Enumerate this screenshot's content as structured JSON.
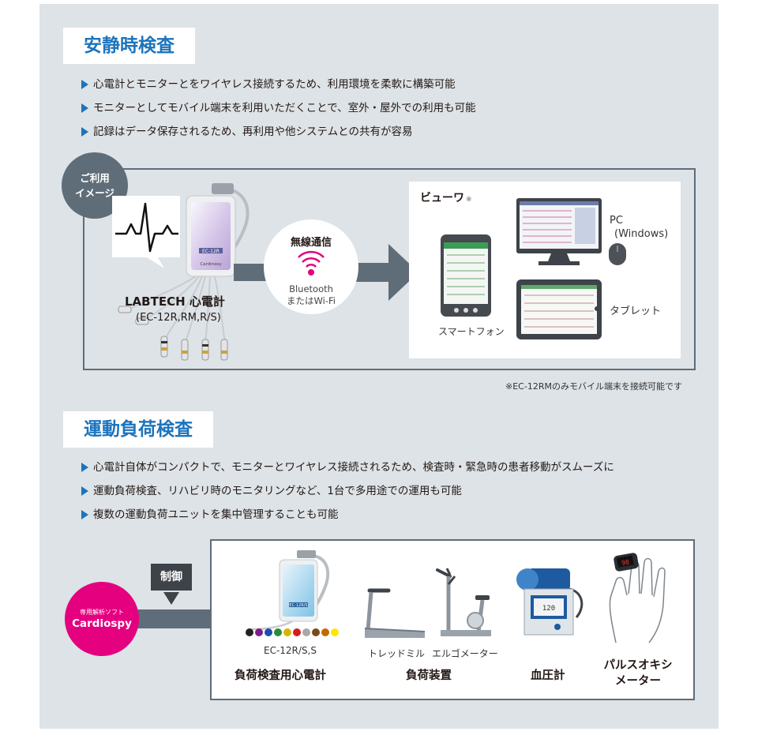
{
  "section1": {
    "title": "安静時検査",
    "bullets": [
      "心電計とモニターとをワイヤレス接続するため、利用環境を柔軟に構築可能",
      "モニターとしてモバイル端末を利用いただくことで、室外・屋外での利用も可能",
      "記録はデータ保存されるため、再利用や他システムとの共有が容易"
    ],
    "badge_line1": "ご利用",
    "badge_line2": "イメージ",
    "device_label": "EC-12R",
    "device_brand": "Cardinosy",
    "device_name": "LABTECH 心電計",
    "device_models": "(EC-12R,RM,R/S)",
    "wireless_title": "無線通信",
    "wireless_line1": "Bluetooth",
    "wireless_line2": "またはWi-Fi",
    "viewer_title": "ビューワ",
    "viewer_mark": "※",
    "smartphone_label": "スマートフォン",
    "pc_label1": "PC",
    "pc_label2": "(Windows)",
    "tablet_label": "タブレット",
    "footnote": "※EC-12RMのみモバイル端末を接続可能です"
  },
  "section2": {
    "title": "運動負荷検査",
    "bullets": [
      "心電計自体がコンパクトで、モニターとワイヤレス接続されるため、検査時・緊急時の患者移動がスムーズに",
      "運動負荷検査、リハビリ時のモニタリングなど、1台で多用途での運用も可能",
      "複数の運動負荷ユニットを集中管理することも可能"
    ],
    "software_sub": "専用解析ソフト",
    "software_name": "Cardiospy",
    "control_label": "制御",
    "device_label": "EC-12R/S",
    "device_caption": "EC-12R/S,S",
    "device_title": "負荷検査用心電計",
    "treadmill_label": "トレッドミル",
    "ergometer_label": "エルゴメーター",
    "load_title": "負荷装置",
    "bp_title": "血圧計",
    "bp_screen": "120",
    "oximeter_line1": "パルスオキシ",
    "oximeter_line2": "メーター",
    "oximeter_value": "98"
  },
  "colors": {
    "accent_blue": "#1c74bc",
    "panel_bg": "#dde3e7",
    "frame_gray": "#5f6d79",
    "cardiospy_pink": "#e4007f",
    "wifi_magenta": "#e4007f"
  }
}
